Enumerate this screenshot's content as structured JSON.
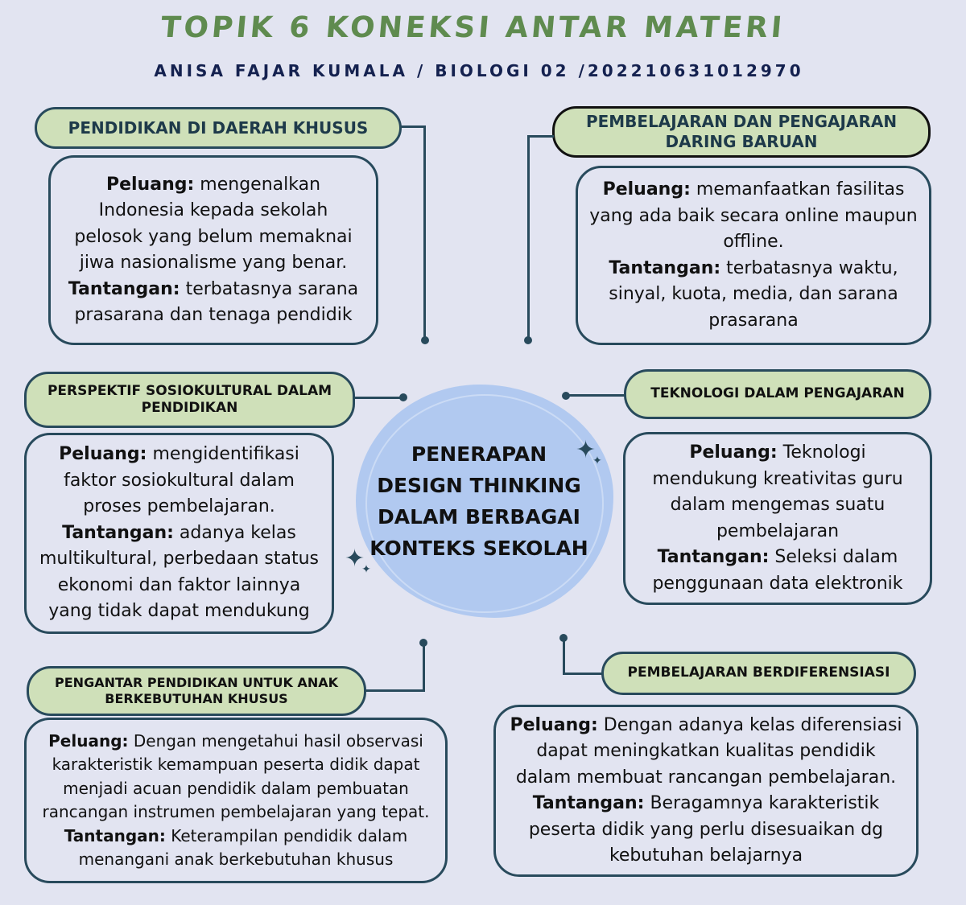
{
  "header": {
    "title": "TOPIK 6 KONEKSI ANTAR MATERI",
    "subtitle": "ANISA FAJAR KUMALA / BIOLOGI 02 /202210631012970"
  },
  "center": {
    "text": "PENERAPAN DESIGN THINKING DALAM BERBAGAI KONTEKS SEKOLAH",
    "lines": [
      "PENERAPAN",
      "DESIGN THINKING",
      "DALAM BERBAGAI",
      "KONTEKS SEKOLAH"
    ]
  },
  "colors": {
    "background": "#e2e4f1",
    "title": "#5f8b4f",
    "subtitle": "#14214f",
    "pill_fill": "#cfe0b9",
    "border": "#284a5c",
    "center_blob": "#b1c9f0"
  },
  "labels": {
    "peluang": "Peluang:",
    "tantangan": "Tantangan:"
  },
  "topics": [
    {
      "title": "PENDIDIKAN DI DAERAH KHUSUS",
      "peluang": "mengenalkan Indonesia kepada sekolah pelosok yang belum memaknai jiwa nasionalisme yang benar.",
      "tantangan": "terbatasnya sarana prasarana dan tenaga pendidik"
    },
    {
      "title": "PEMBELAJARAN DAN PENGAJARAN DARING BARUAN",
      "peluang": "memanfaatkan fasilitas yang ada baik secara online maupun offline.",
      "tantangan": "terbatasnya waktu, sinyal, kuota, media, dan sarana prasarana"
    },
    {
      "title": "PERSPEKTIF SOSIOKULTURAL DALAM PENDIDIKAN",
      "peluang": "mengidentifikasi faktor  sosiokultural dalam proses pembelajaran.",
      "tantangan": "adanya kelas multikultural, perbedaan status ekonomi dan faktor lainnya yang tidak dapat mendukung"
    },
    {
      "title": "TEKNOLOGI DALAM PENGAJARAN",
      "peluang": "Teknologi mendukung kreativitas guru dalam mengemas suatu pembelajaran",
      "tantangan": "Seleksi dalam penggunaan data elektronik"
    },
    {
      "title": "PENGANTAR PENDIDIKAN UNTUK ANAK BERKEBUTUHAN KHUSUS",
      "peluang": "Dengan mengetahui hasil observasi karakteristik kemampuan peserta didik dapat menjadi acuan pendidik dalam pembuatan rancangan instrumen pembelajaran yang tepat.",
      "tantangan": "Keterampilan pendidik dalam menangani anak berkebutuhan khusus"
    },
    {
      "title": "PEMBELAJARAN BERDIFERENSIASI",
      "peluang": "Dengan adanya kelas diferensiasi dapat meningkatkan kualitas pendidik dalam membuat rancangan pembelajaran.",
      "tantangan": "Beragamnya karakteristik peserta didik yang perlu disesuaikan dg kebutuhan belajarnya"
    }
  ],
  "icons": [
    "sparkle-icon",
    "sparkle-icon"
  ]
}
